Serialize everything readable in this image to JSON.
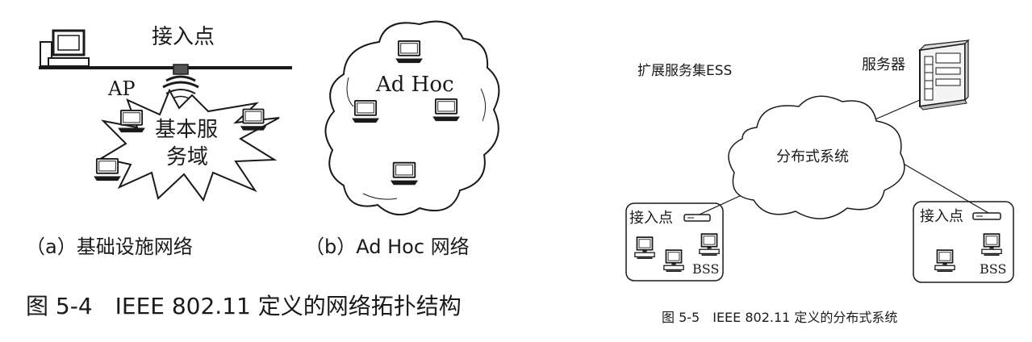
{
  "figure_a": {
    "access_point_label": "接入点",
    "ap_label": "AP",
    "bss_label_line1": "基本服",
    "bss_label_line2": "务域",
    "caption": "（a）基础设施网络"
  },
  "figure_b": {
    "adhoc_label": "Ad Hoc",
    "caption": "（b）Ad Hoc 网络"
  },
  "figure_4_caption": "图 5-4　IEEE 802.11 定义的网络拓扑结构",
  "figure_5": {
    "ess_label": "扩展服务集ESS",
    "server_label": "服务器",
    "ds_label": "分布式系统",
    "left_ap_label": "接入点",
    "right_ap_label": "接入点",
    "left_bss_label": "BSS",
    "right_bss_label": "BSS",
    "caption": "图 5-5　IEEE 802.11 定义的分布式系统"
  },
  "colors": {
    "ink": "#1a1a1a",
    "background": "#ffffff"
  }
}
